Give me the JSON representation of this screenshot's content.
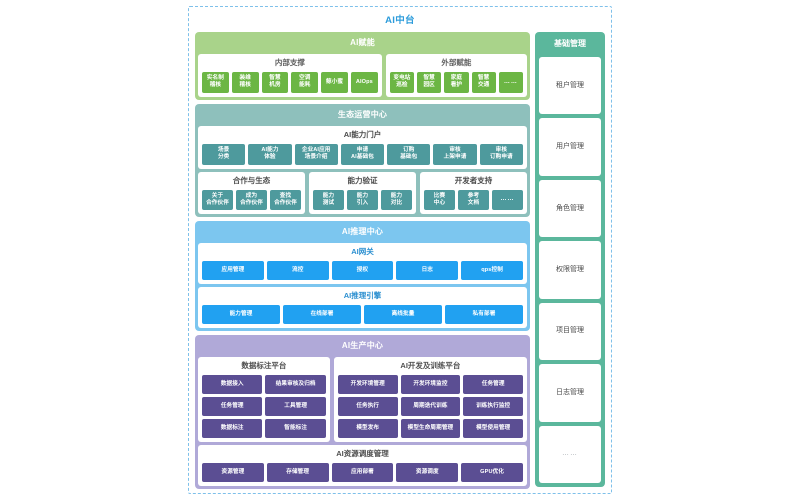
{
  "platform": {
    "title": "AI中台"
  },
  "enablement": {
    "title": "AI赋能",
    "internal": {
      "title": "内部支撑",
      "items": [
        {
          "label": "实名制\n稽核"
        },
        {
          "label": "装维\n稽核"
        },
        {
          "label": "智慧\n机房"
        },
        {
          "label": "空调\n能耗"
        },
        {
          "label": "鲸小蜜"
        },
        {
          "label": "AIOps"
        }
      ]
    },
    "external": {
      "title": "外部赋能",
      "items": [
        {
          "label": "变电站\n巡检"
        },
        {
          "label": "智慧\n园区"
        },
        {
          "label": "家庭\n看护"
        },
        {
          "label": "智慧\n交通"
        },
        {
          "label": "……"
        }
      ]
    }
  },
  "ecosystem": {
    "title": "生态运营中心",
    "portal": {
      "title": "AI能力门户",
      "items": [
        {
          "label": "场景\n分类"
        },
        {
          "label": "AI能力\n体验"
        },
        {
          "label": "企业AI应用\n场景介绍"
        },
        {
          "label": "申请\nAI基础包"
        },
        {
          "label": "订购\n基础包"
        },
        {
          "label": "审核\n上架申请"
        },
        {
          "label": "审核\n订购申请"
        }
      ]
    },
    "cooperation": {
      "title": "合作与生态",
      "items": [
        {
          "label": "关于\n合作伙伴"
        },
        {
          "label": "成为\n合作伙伴"
        },
        {
          "label": "查找\n合作伙伴"
        }
      ]
    },
    "validation": {
      "title": "能力验证",
      "items": [
        {
          "label": "能力\n测试"
        },
        {
          "label": "能力\n引入"
        },
        {
          "label": "能力\n对比"
        }
      ]
    },
    "developer": {
      "title": "开发者支持",
      "items": [
        {
          "label": "比赛\n中心"
        },
        {
          "label": "参考\n文档"
        },
        {
          "label": "……"
        }
      ]
    }
  },
  "inference": {
    "title": "AI推理中心",
    "gateway": {
      "title": "AI网关",
      "items": [
        {
          "label": "应用管理"
        },
        {
          "label": "流控"
        },
        {
          "label": "授权"
        },
        {
          "label": "日志"
        },
        {
          "label": "qps控制"
        }
      ]
    },
    "engine": {
      "title": "AI推理引擎",
      "items": [
        {
          "label": "能力管理"
        },
        {
          "label": "在线部署"
        },
        {
          "label": "离线批量"
        },
        {
          "label": "私有部署"
        }
      ]
    }
  },
  "production": {
    "title": "AI生产中心",
    "labeling": {
      "title": "数据标注平台",
      "rows": [
        [
          {
            "label": "数据接入"
          },
          {
            "label": "结果审核及归档"
          }
        ],
        [
          {
            "label": "任务管理"
          },
          {
            "label": "工具管理"
          }
        ],
        [
          {
            "label": "数据标注"
          },
          {
            "label": "智能标注"
          }
        ]
      ]
    },
    "devtrain": {
      "title": "AI开发及训练平台",
      "rows": [
        [
          {
            "label": "开发环境管理"
          },
          {
            "label": "开发环境监控"
          },
          {
            "label": "任务管理"
          }
        ],
        [
          {
            "label": "任务执行"
          },
          {
            "label": "周期迭代训练"
          },
          {
            "label": "训练执行监控"
          }
        ],
        [
          {
            "label": "模型发布"
          },
          {
            "label": "模型生命周期管理"
          },
          {
            "label": "模型使用管理"
          }
        ]
      ]
    },
    "resource": {
      "title": "AI资源调度管理",
      "items": [
        {
          "label": "资源管理"
        },
        {
          "label": "存储管理"
        },
        {
          "label": "应用部署"
        },
        {
          "label": "资源调度"
        },
        {
          "label": "GPU优化"
        }
      ]
    }
  },
  "basic_management": {
    "title": "基础管理",
    "items": [
      {
        "label": "租户管理"
      },
      {
        "label": "用户管理"
      },
      {
        "label": "角色管理"
      },
      {
        "label": "权限管理"
      },
      {
        "label": "项目管理"
      },
      {
        "label": "日志管理"
      },
      {
        "label": "……"
      }
    ]
  },
  "colors": {
    "platform_title": "#2d9cdb",
    "frame_border": "#7ec0ea",
    "green_band": "#a9d38a",
    "green_chip": "#6cb644",
    "teal_band": "#8ec0bc",
    "teal_chip": "#4e9a9d",
    "blue_band": "#7cc6ef",
    "blue_chip": "#21a1f1",
    "purple_band": "#b0a9d8",
    "purple_chip": "#5b4e93",
    "sidebar": "#5bb79c"
  }
}
